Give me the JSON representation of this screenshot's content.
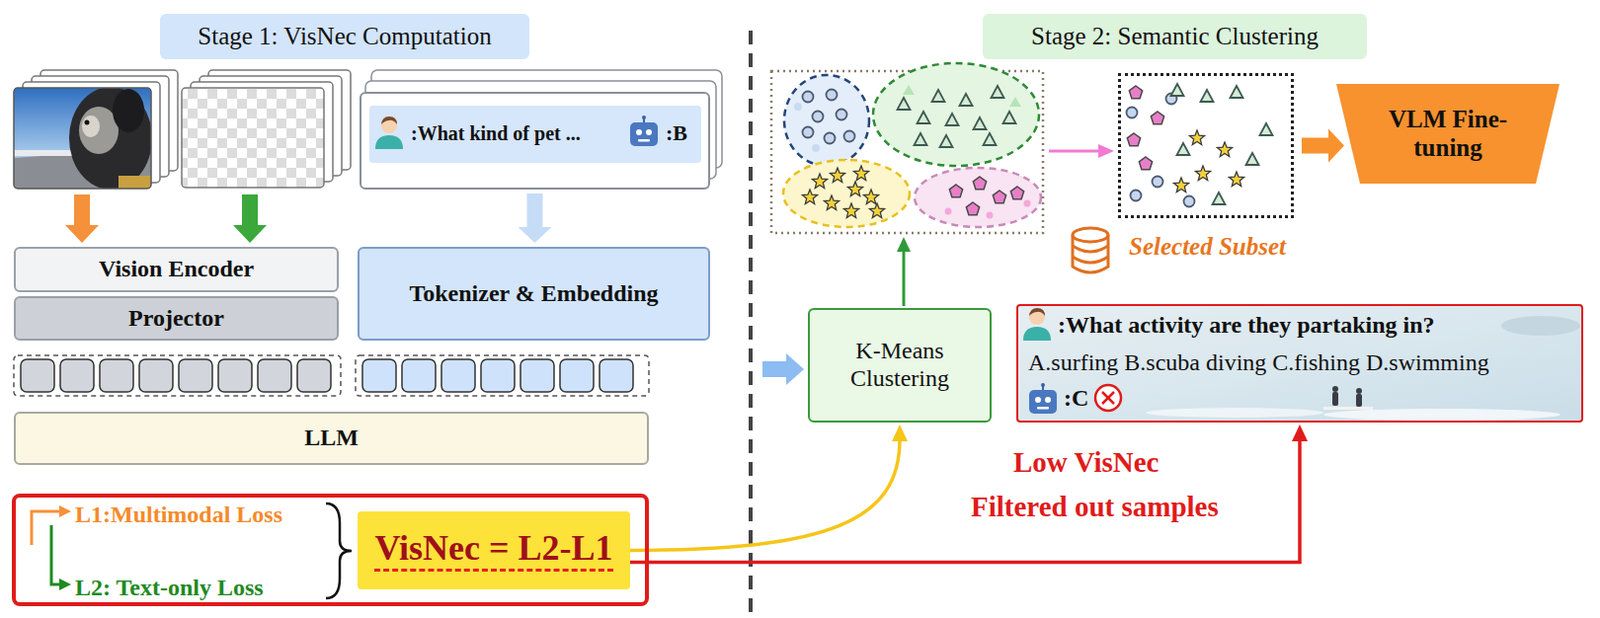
{
  "diagram": {
    "nodes": [
      {
        "text": [
          "Stage 1: VisNec Computation"
        ]
      },
      {
        "text": [
          ":What kind of pet ...",
          ":B"
        ]
      },
      {
        "text": [
          "Vision Encoder"
        ]
      },
      {
        "text": [
          "Projector"
        ]
      },
      {
        "text": [
          "Tokenizer & Embedding"
        ]
      },
      {
        "text": [
          "LLM"
        ]
      },
      {
        "text": [
          "L1:Multimodal Loss",
          "L2: Text-only Loss"
        ]
      },
      {
        "text": [
          "VisNec = L2-L1"
        ],
        "in": 6
      },
      {
        "text": [
          "Stage 2: Semantic Clustering"
        ]
      },
      {
        "text": [
          "Selected Subset"
        ]
      },
      {
        "text": [
          "VLM Fine-tuning"
        ]
      },
      {
        "text": [
          "K-Means Clustering"
        ]
      },
      {
        "text": [
          ":What activity are they partaking in?",
          "A.surfing B.scuba diving C.fishing D.swimming",
          ":C"
        ]
      }
    ],
    "edges": [
      {
        "from": 1,
        "to": 4,
        "arrow": "to"
      },
      {
        "from": 7,
        "to": 11,
        "arrow": "to"
      },
      {
        "from": 7,
        "to": 12,
        "arrow": "to"
      },
      {
        "from": 9,
        "to": 10,
        "arrow": "to"
      }
    ],
    "labels": [
      "Low VisNec",
      "Filtered out samples"
    ]
  }
}
